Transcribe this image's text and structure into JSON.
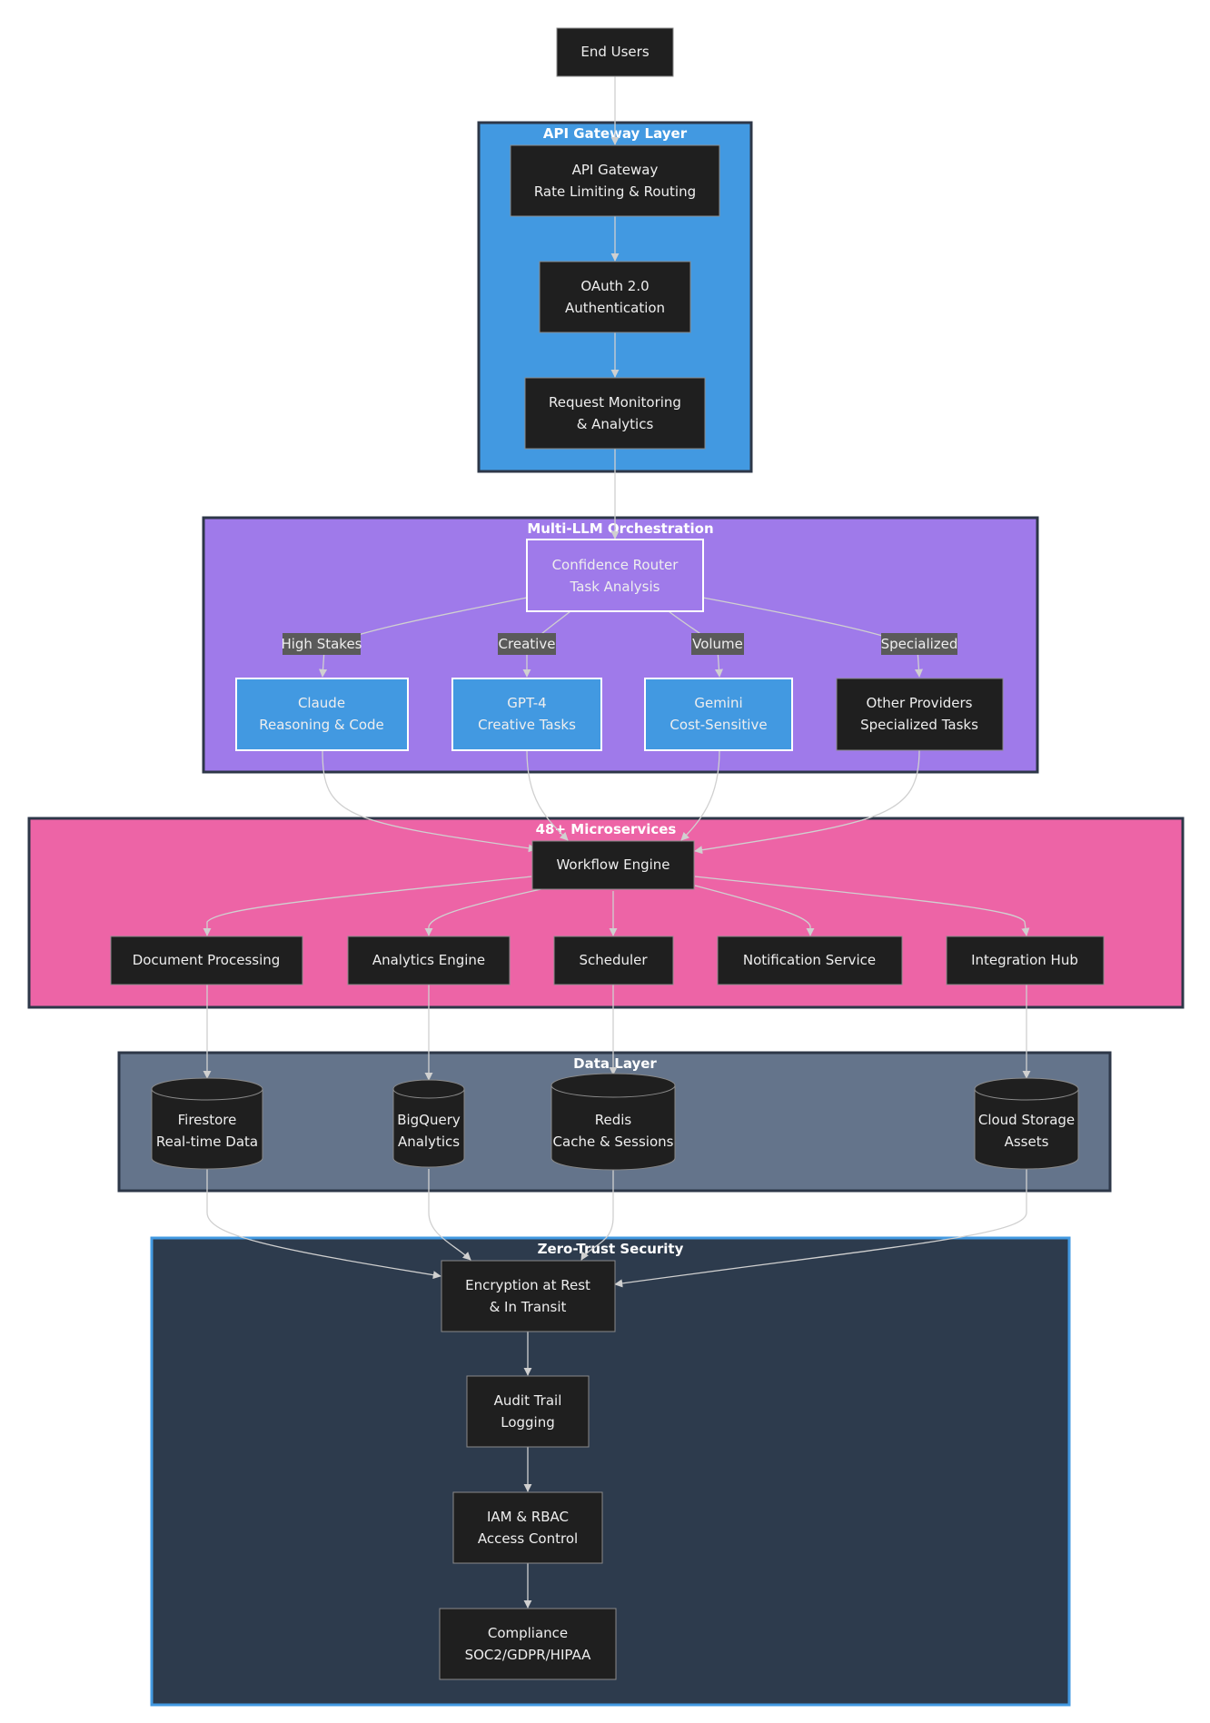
{
  "colors": {
    "node_fill": "#1f1f1f",
    "node_stroke": "#8a8a8a",
    "edge": "#d0d0d0",
    "text": "#eeeeee",
    "edge_label_bg": "#5a5a5a",
    "api_layer": "#4299e1",
    "llm_layer": "#9f7aea",
    "micro_layer": "#ed64a6",
    "data_layer": "#64748b",
    "security_layer": "#2d3b4d",
    "llm_provider_fill": "#4299e1"
  },
  "diagram": {
    "users": {
      "label": "End Users"
    },
    "api_layer": {
      "title": "API Gateway Layer",
      "gateway": {
        "line1": "API Gateway",
        "line2": "Rate Limiting & Routing"
      },
      "oauth": {
        "line1": "OAuth 2.0",
        "line2": "Authentication"
      },
      "monitoring": {
        "line1": "Request Monitoring",
        "line2": "& Analytics"
      }
    },
    "llm_layer": {
      "title": "Multi-LLM Orchestration",
      "router": {
        "line1": "Confidence Router",
        "line2": "Task Analysis"
      },
      "claude": {
        "line1": "Claude",
        "line2": "Reasoning & Code",
        "edge_label": "High Stakes"
      },
      "gpt4": {
        "line1": "GPT-4",
        "line2": "Creative Tasks",
        "edge_label": "Creative"
      },
      "gemini": {
        "line1": "Gemini",
        "line2": "Cost-Sensitive",
        "edge_label": "Volume"
      },
      "other": {
        "line1": "Other Providers",
        "line2": "Specialized Tasks",
        "edge_label": "Specialized"
      }
    },
    "micro_layer": {
      "title": "48+ Microservices",
      "workflow": {
        "label": "Workflow Engine"
      },
      "docs": {
        "label": "Document Processing"
      },
      "analytics": {
        "label": "Analytics Engine"
      },
      "scheduler": {
        "label": "Scheduler"
      },
      "notify": {
        "label": "Notification Service"
      },
      "integration": {
        "label": "Integration Hub"
      }
    },
    "data_layer": {
      "title": "Data Layer",
      "firestore": {
        "line1": "Firestore",
        "line2": "Real-time Data"
      },
      "bigquery": {
        "line1": "BigQuery",
        "line2": "Analytics"
      },
      "redis": {
        "line1": "Redis",
        "line2": "Cache & Sessions"
      },
      "storage": {
        "line1": "Cloud Storage",
        "line2": "Assets"
      }
    },
    "security_layer": {
      "title": "Zero-Trust Security",
      "encryption": {
        "line1": "Encryption at Rest",
        "line2": "& In Transit"
      },
      "audit": {
        "line1": "Audit Trail",
        "line2": "Logging"
      },
      "iam": {
        "line1": "IAM & RBAC",
        "line2": "Access Control"
      },
      "compliance": {
        "line1": "Compliance",
        "line2": "SOC2/GDPR/HIPAA"
      }
    }
  }
}
